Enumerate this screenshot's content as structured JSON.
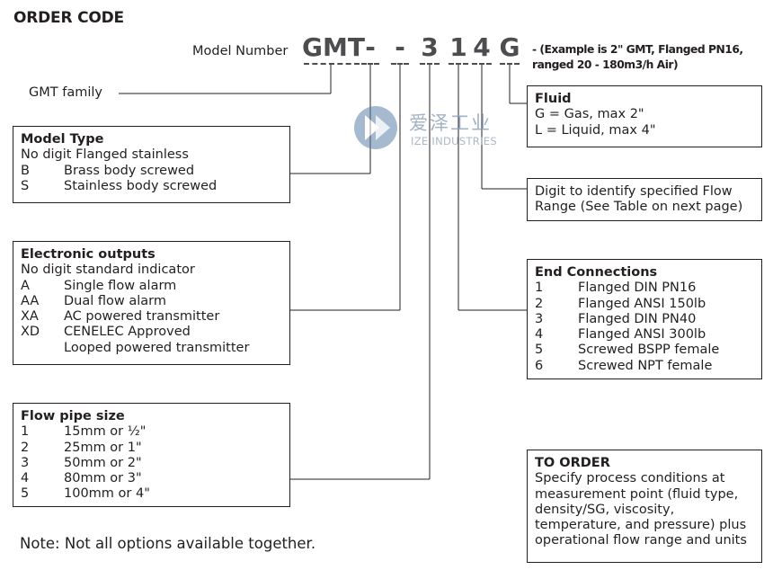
{
  "title": "ORDER CODE",
  "model_number_label": "Model Number",
  "model_code": [
    "GMT",
    "-",
    "-",
    "3",
    "1",
    "4",
    "G"
  ],
  "example_note": [
    "- (Example is 2\" GMT, Flanged PN16,",
    "ranged 20 - 180m3/h Air)"
  ],
  "family_label": "GMT family",
  "watermark": {
    "cn": "爱泽工业",
    "en": "IZE INDUSTRIES"
  },
  "model_type": {
    "heading": "Model Type",
    "intro": "No digit Flanged stainless",
    "options": [
      {
        "code": "B",
        "desc": "Brass body screwed"
      },
      {
        "code": "S",
        "desc": "Stainless body screwed"
      }
    ]
  },
  "electronic_outputs": {
    "heading": "Electronic outputs",
    "intro": "No digit standard indicator",
    "options": [
      {
        "code": "A",
        "desc": "Single flow alarm"
      },
      {
        "code": "AA",
        "desc": "Dual flow alarm"
      },
      {
        "code": "XA",
        "desc": "AC powered transmitter"
      },
      {
        "code": "XD",
        "desc": "CENELEC Approved"
      },
      {
        "code": "",
        "desc": "Looped powered transmitter"
      }
    ]
  },
  "flow_pipe_size": {
    "heading": "Flow pipe size",
    "options": [
      {
        "code": "1",
        "desc": "15mm or ½\""
      },
      {
        "code": "2",
        "desc": "25mm or 1\""
      },
      {
        "code": "3",
        "desc": "50mm or 2\""
      },
      {
        "code": "4",
        "desc": "80mm or 3\""
      },
      {
        "code": "5",
        "desc": "100mm or 4\""
      }
    ]
  },
  "fluid": {
    "heading": "Fluid",
    "lines": [
      "G = Gas, max 2\"",
      "L = Liquid, max 4\""
    ]
  },
  "flow_range": {
    "lines": [
      "Digit to identify specified Flow",
      "Range (See Table on next page)"
    ]
  },
  "end_connections": {
    "heading": "End Connections",
    "options": [
      {
        "code": "1",
        "desc": "Flanged DIN PN16"
      },
      {
        "code": "2",
        "desc": "Flanged ANSI 150lb"
      },
      {
        "code": "3",
        "desc": "Flanged DIN PN40"
      },
      {
        "code": "4",
        "desc": "Flanged ANSI 300lb"
      },
      {
        "code": "5",
        "desc": "Screwed BSPP female"
      },
      {
        "code": "6",
        "desc": "Screwed NPT female"
      }
    ]
  },
  "to_order": {
    "heading": "TO ORDER",
    "lines": [
      "Specify process conditions at",
      "measurement point (fluid type,",
      "density/SG, viscosity,",
      "temperature, and pressure) plus",
      "operational flow range and units"
    ]
  },
  "note": "Note: Not all options available together."
}
